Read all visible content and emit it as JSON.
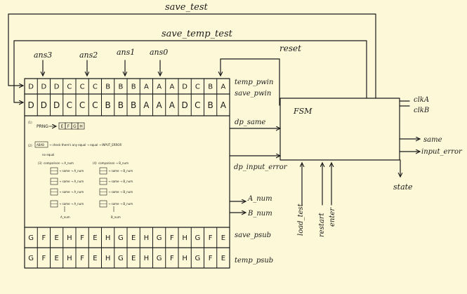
{
  "top_signals": {
    "save_test": "save_test",
    "save_temp_test": "save_temp_test",
    "reset": "reset"
  },
  "ans_labels": [
    "ans3",
    "ans2",
    "ans1",
    "ans0"
  ],
  "temp_pwin": {
    "label": "temp_pwin",
    "cells": [
      "D",
      "D",
      "D",
      "C",
      "C",
      "C",
      "B",
      "B",
      "B",
      "A",
      "A",
      "A",
      "D",
      "C",
      "B",
      "A"
    ]
  },
  "save_pwin": {
    "label": "save_pwin",
    "cells": [
      "D",
      "D",
      "D",
      "C",
      "C",
      "C",
      "B",
      "B",
      "B",
      "A",
      "A",
      "A",
      "D",
      "C",
      "B",
      "A"
    ]
  },
  "save_psub": {
    "label": "save_psub",
    "cells": [
      "G",
      "F",
      "E",
      "H",
      "F",
      "E",
      "H",
      "G",
      "E",
      "H",
      "G",
      "F",
      "H",
      "G",
      "F",
      "E"
    ]
  },
  "temp_psub": {
    "label": "temp_psub",
    "cells": [
      "G",
      "F",
      "E",
      "H",
      "F",
      "E",
      "H",
      "G",
      "E",
      "H",
      "G",
      "F",
      "H",
      "G",
      "F",
      "E"
    ]
  },
  "datapath": {
    "prng_num": "(1)",
    "prng_label": "PRNG",
    "prng_cells": [
      "E",
      "F",
      "G",
      "H"
    ],
    "step2_num": "(2)",
    "step2_box": "ABAB",
    "step2_text": "→ check there's any equal → equal → INPUT_ERROR",
    "step2_sub": "no equal",
    "step3_num": "(3)",
    "step3_title": "comparison → A_num",
    "step4_num": "(4)",
    "step4_title": "comparison → B_num",
    "a_row_text": "→ same → A_num",
    "b_row_text": "→ same → B_num",
    "a_result": "A_num",
    "b_result": "B_num"
  },
  "dp_outputs": [
    "dp_same",
    "dp_input_error",
    "A_num",
    "B_num"
  ],
  "fsm": {
    "label": "FSM",
    "clock_inputs": [
      "clkA",
      "clkB"
    ],
    "outputs": [
      "same",
      "input_error"
    ],
    "bottom_inputs": [
      "load_test",
      "restart",
      "enter"
    ],
    "state_label": "state"
  }
}
